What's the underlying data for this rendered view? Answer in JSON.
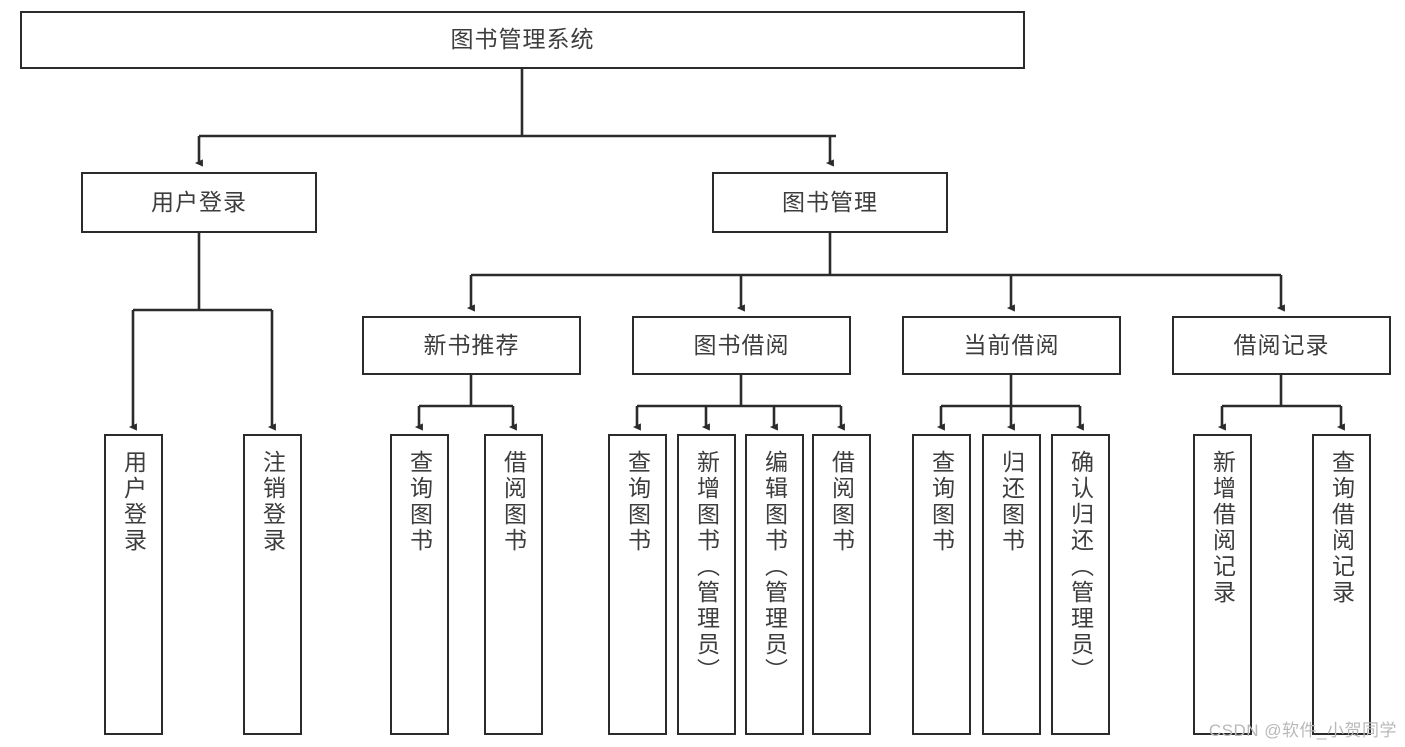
{
  "diagram": {
    "title": "图书管理系统",
    "type": "tree-hierarchy",
    "orientation": "top-down",
    "colors": {
      "node_border": "#2b2b2b",
      "node_fill": "#ffffff",
      "text": "#3d3d3d",
      "edge": "#2b2b2b",
      "background": "#ffffff",
      "watermark": "#b9b9b9"
    }
  },
  "nodes": {
    "root": {
      "label": "图书管理系统"
    },
    "level2": [
      {
        "id": "user-login",
        "label": "用户登录"
      },
      {
        "id": "book-management",
        "label": "图书管理"
      }
    ],
    "level3": [
      {
        "id": "new-book-recommend",
        "label": "新书推荐"
      },
      {
        "id": "book-borrow",
        "label": "图书借阅"
      },
      {
        "id": "current-borrow",
        "label": "当前借阅"
      },
      {
        "id": "borrow-record",
        "label": "借阅记录"
      }
    ],
    "leaves": {
      "user_login": [
        {
          "id": "leaf-user-login",
          "label": "用户登录"
        },
        {
          "id": "leaf-logout",
          "label": "注销登录"
        }
      ],
      "new_book_recommend": [
        {
          "id": "leaf-query-book-1",
          "label": "查询图书"
        },
        {
          "id": "leaf-borrow-book-1",
          "label": "借阅图书"
        }
      ],
      "book_borrow": [
        {
          "id": "leaf-query-book-2",
          "label": "查询图书"
        },
        {
          "id": "leaf-add-book",
          "label": "新增图书（管理员）"
        },
        {
          "id": "leaf-edit-book",
          "label": "编辑图书（管理员）"
        },
        {
          "id": "leaf-borrow-book-2",
          "label": "借阅图书"
        }
      ],
      "current_borrow": [
        {
          "id": "leaf-query-book-3",
          "label": "查询图书"
        },
        {
          "id": "leaf-return-book",
          "label": "归还图书"
        },
        {
          "id": "leaf-confirm-return",
          "label": "确认归还（管理员）"
        }
      ],
      "borrow_record": [
        {
          "id": "leaf-add-record",
          "label": "新增借阅记录"
        },
        {
          "id": "leaf-query-record",
          "label": "查询借阅记录"
        }
      ]
    }
  },
  "watermark": {
    "text": "CSDN @软件_小贺同学"
  }
}
